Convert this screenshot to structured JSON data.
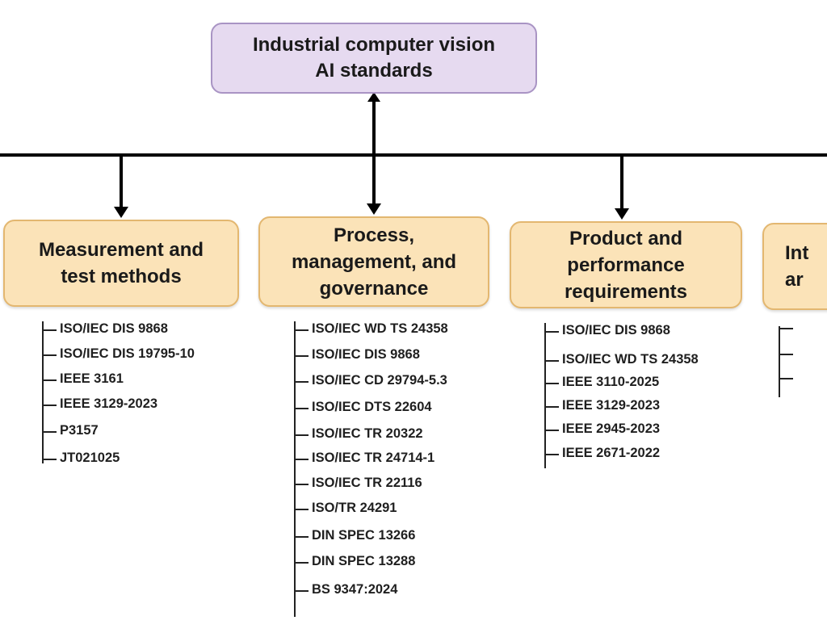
{
  "root": {
    "title": "Industrial computer vision\nAI standards"
  },
  "categories": [
    {
      "label": "Measurement and\ntest methods",
      "items": [
        "ISO/IEC DIS 9868",
        "ISO/IEC DIS 19795-10",
        "IEEE 3161",
        "IEEE 3129-2023",
        "P3157",
        "JT021025"
      ]
    },
    {
      "label": "Process,\nmanagement, and\ngovernance",
      "items": [
        "ISO/IEC WD TS 24358",
        "ISO/IEC DIS 9868",
        "ISO/IEC CD 29794-5.3",
        "ISO/IEC DTS 22604",
        "ISO/IEC TR 20322",
        "ISO/IEC TR 24714-1",
        "ISO/IEC TR 22116",
        "ISO/TR 24291",
        "DIN SPEC 13266",
        "DIN SPEC 13288",
        "BS 9347:2024"
      ]
    },
    {
      "label": "Product and\nperformance\nrequirements",
      "items": [
        "ISO/IEC DIS 9868",
        "ISO/IEC WD TS 24358",
        "IEEE 3110-2025",
        "IEEE 3129-2023",
        "IEEE 2945-2023",
        "IEEE 2671-2022"
      ]
    },
    {
      "label": "Int\nar",
      "items": [
        "",
        "",
        ""
      ]
    }
  ],
  "colors": {
    "root_fill": "#e6daf0",
    "root_border": "#a994c4",
    "category_fill": "#fbe3b8",
    "category_border": "#e3b770",
    "connector": "#000000"
  }
}
